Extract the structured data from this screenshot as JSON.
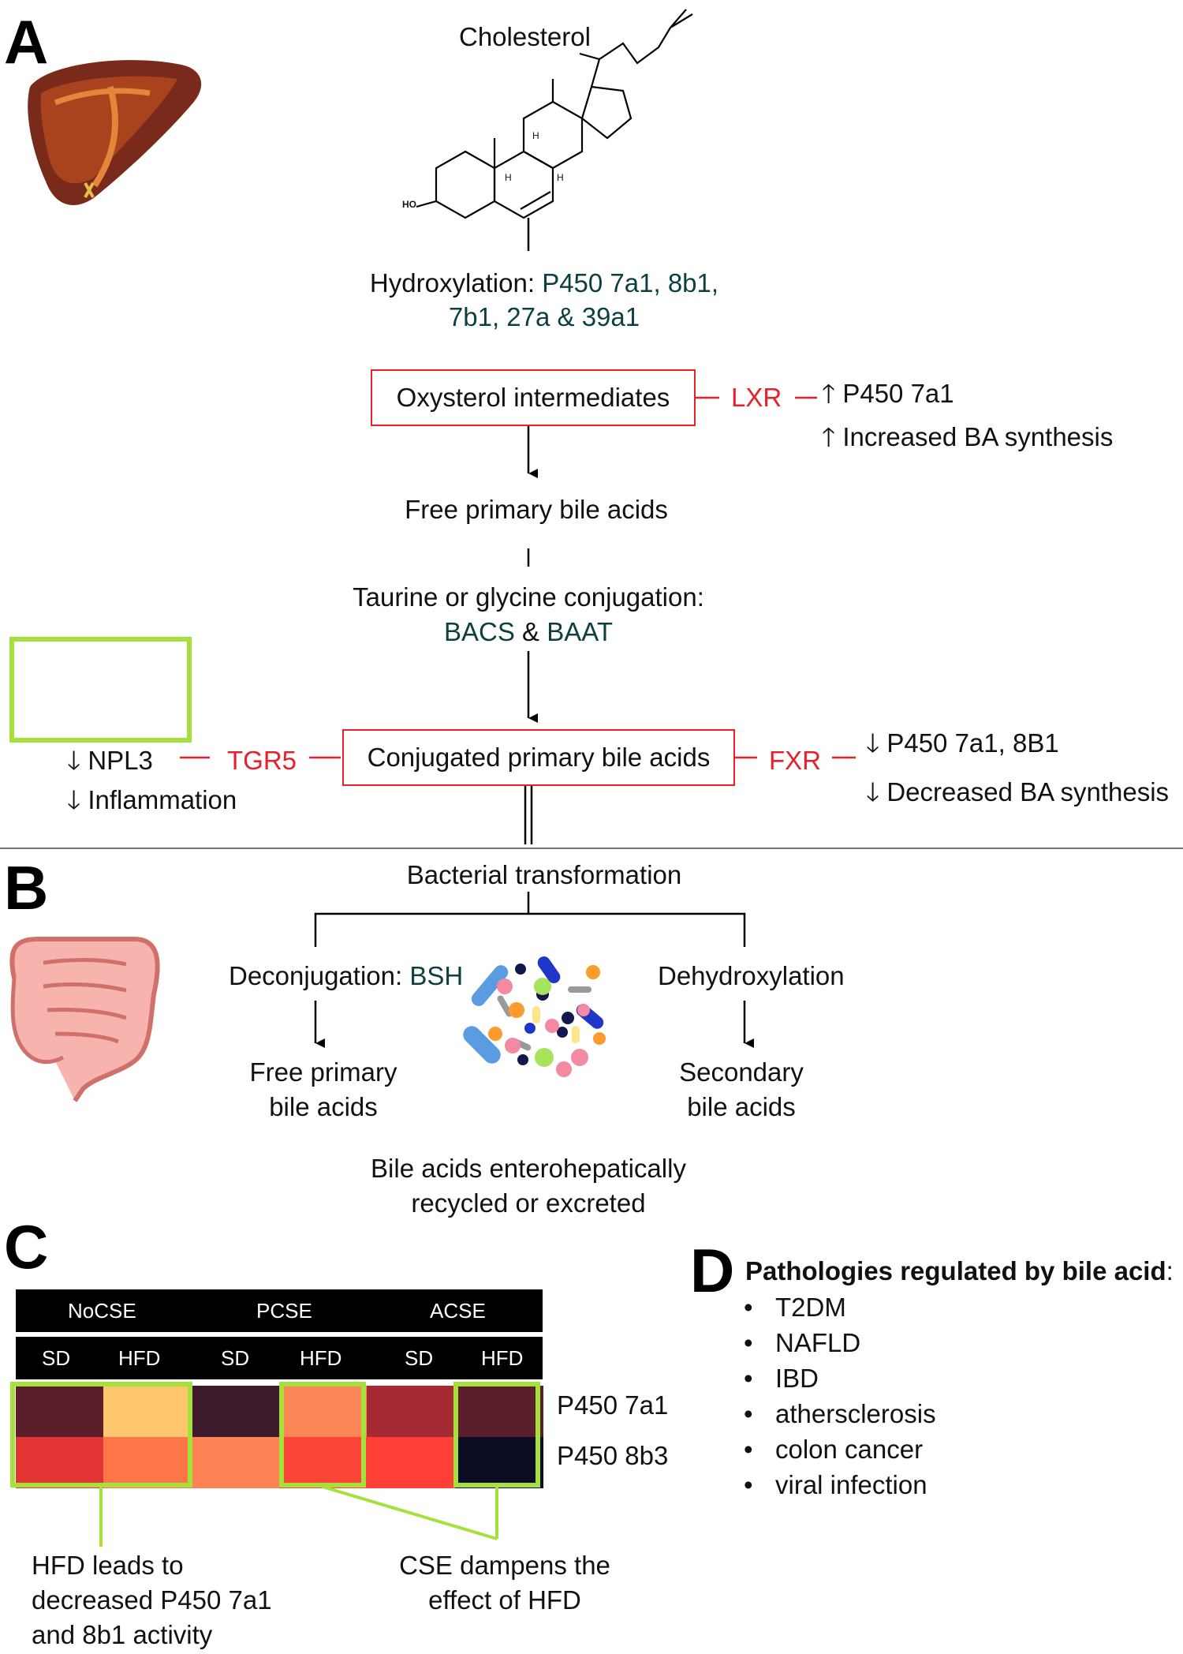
{
  "panels": {
    "a": "A",
    "b": "B",
    "c": "C",
    "d": "D"
  },
  "panel_a": {
    "cholesterol": "Cholesterol",
    "ho_label": "HO",
    "h_labels": [
      "H",
      "H",
      "H"
    ],
    "hydroxylation_label": "Hydroxylation:",
    "hydroxylation_enzymes_1": "P450 7a1, 8b1,",
    "hydroxylation_enzymes_2": "7b1, 27a & 39a1",
    "oxysterol_box": "Oxysterol intermediates",
    "lxr": "LXR",
    "lxr_effect_1": "P450 7a1",
    "lxr_effect_2": "Increased BA synthesis",
    "free_primary": "Free primary bile acids",
    "conjugation_label": "Taurine or glycine conjugation:",
    "conjugation_enzymes_1": "BACS",
    "conjugation_amp": " & ",
    "conjugation_enzymes_2": "BAAT",
    "conjugated_box": "Conjugated primary bile acids",
    "tgr5": "TGR5",
    "tgr5_effect_1": "NPL3",
    "tgr5_effect_2": "Inflammation",
    "fxr": "FXR",
    "fxr_effect_1": "P450 7a1, 8B1",
    "fxr_effect_2": "Decreased BA synthesis",
    "up_arrow": "🡑",
    "down_arrow": "🡓"
  },
  "panel_b": {
    "bacterial": "Bacterial transformation",
    "deconjugation_label": "Deconjugation:",
    "bsh": "BSH",
    "dehydroxylation": "Dehydroxylation",
    "free_primary_1": "Free primary",
    "free_primary_2": "bile acids",
    "secondary_1": "Secondary",
    "secondary_2": "bile acids",
    "recycled_1": "Bile acids enterohepatically",
    "recycled_2": "recycled or excreted"
  },
  "panel_c": {
    "groups": [
      "NoCSE",
      "PCSE",
      "ACSE"
    ],
    "diets": [
      "SD",
      "HFD",
      "SD",
      "HFD",
      "SD",
      "HFD"
    ],
    "row_labels": [
      "P450 7a1",
      "P450 8b3"
    ],
    "heatmap_colors": [
      [
        "#5b1f2c",
        "#fdc56e",
        "#3d1a2c",
        "#fb8657",
        "#a52a36",
        "#5b1f2c"
      ],
      [
        "#e23534",
        "#fd7549",
        "#fd8356",
        "#fc4537",
        "#fe3f36",
        "#0c0d24"
      ]
    ],
    "highlight_color": "#a4e23b",
    "note_left_1": "HFD leads to",
    "note_left_2": "decreased P450 7a1",
    "note_left_3": "and 8b1  activity",
    "note_right_1": "CSE dampens the",
    "note_right_2": "effect of HFD"
  },
  "panel_d": {
    "title": "Pathologies regulated by bile acid",
    "title_colon": ":",
    "items": [
      "T2DM",
      "NAFLD",
      "IBD",
      "athersclerosis",
      "colon cancer",
      "viral infection"
    ],
    "bullet": "•"
  }
}
